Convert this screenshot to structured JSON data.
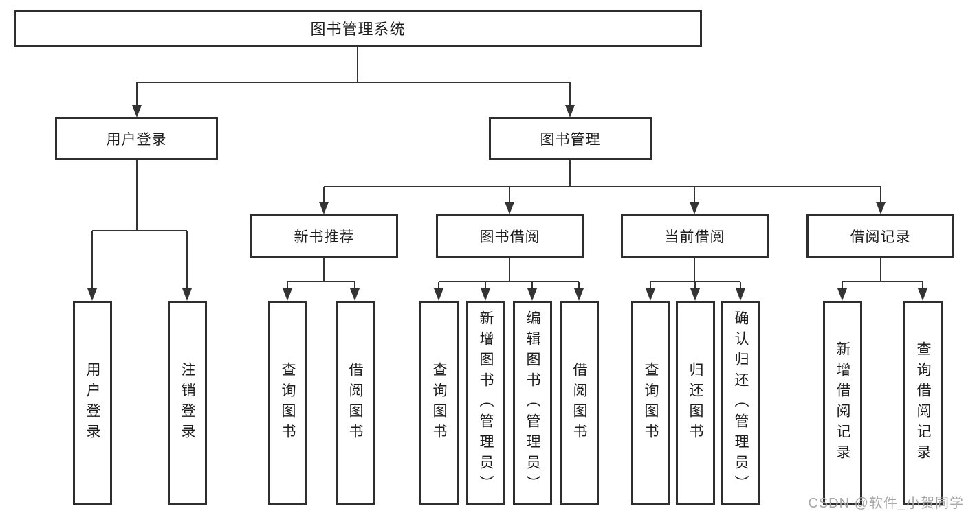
{
  "diagram": {
    "root": {
      "label": "图书管理系统"
    },
    "branches": [
      {
        "label": "用户登录",
        "leaves": [
          {
            "label": "用户登录"
          },
          {
            "label": "注销登录"
          }
        ]
      },
      {
        "label": "图书管理",
        "children": [
          {
            "label": "新书推荐",
            "leaves": [
              {
                "label": "查询图书"
              },
              {
                "label": "借阅图书"
              }
            ]
          },
          {
            "label": "图书借阅",
            "leaves": [
              {
                "label": "查询图书"
              },
              {
                "label": "新增图书（管理员）"
              },
              {
                "label": "编辑图书（管理员）"
              },
              {
                "label": "借阅图书"
              }
            ]
          },
          {
            "label": "当前借阅",
            "leaves": [
              {
                "label": "查询图书"
              },
              {
                "label": "归还图书"
              },
              {
                "label": "确认归还（管理员）"
              }
            ]
          },
          {
            "label": "借阅记录",
            "leaves": [
              {
                "label": "新增借阅记录"
              },
              {
                "label": "查询借阅记录"
              }
            ]
          }
        ]
      }
    ]
  },
  "watermark": {
    "text": "CSDN @软件_小贺同学"
  },
  "colors": {
    "line": "#333333",
    "box_border": "#2e2e2e",
    "text": "#1d1d1d",
    "watermark": "#a6a6a6",
    "background": "#ffffff"
  }
}
